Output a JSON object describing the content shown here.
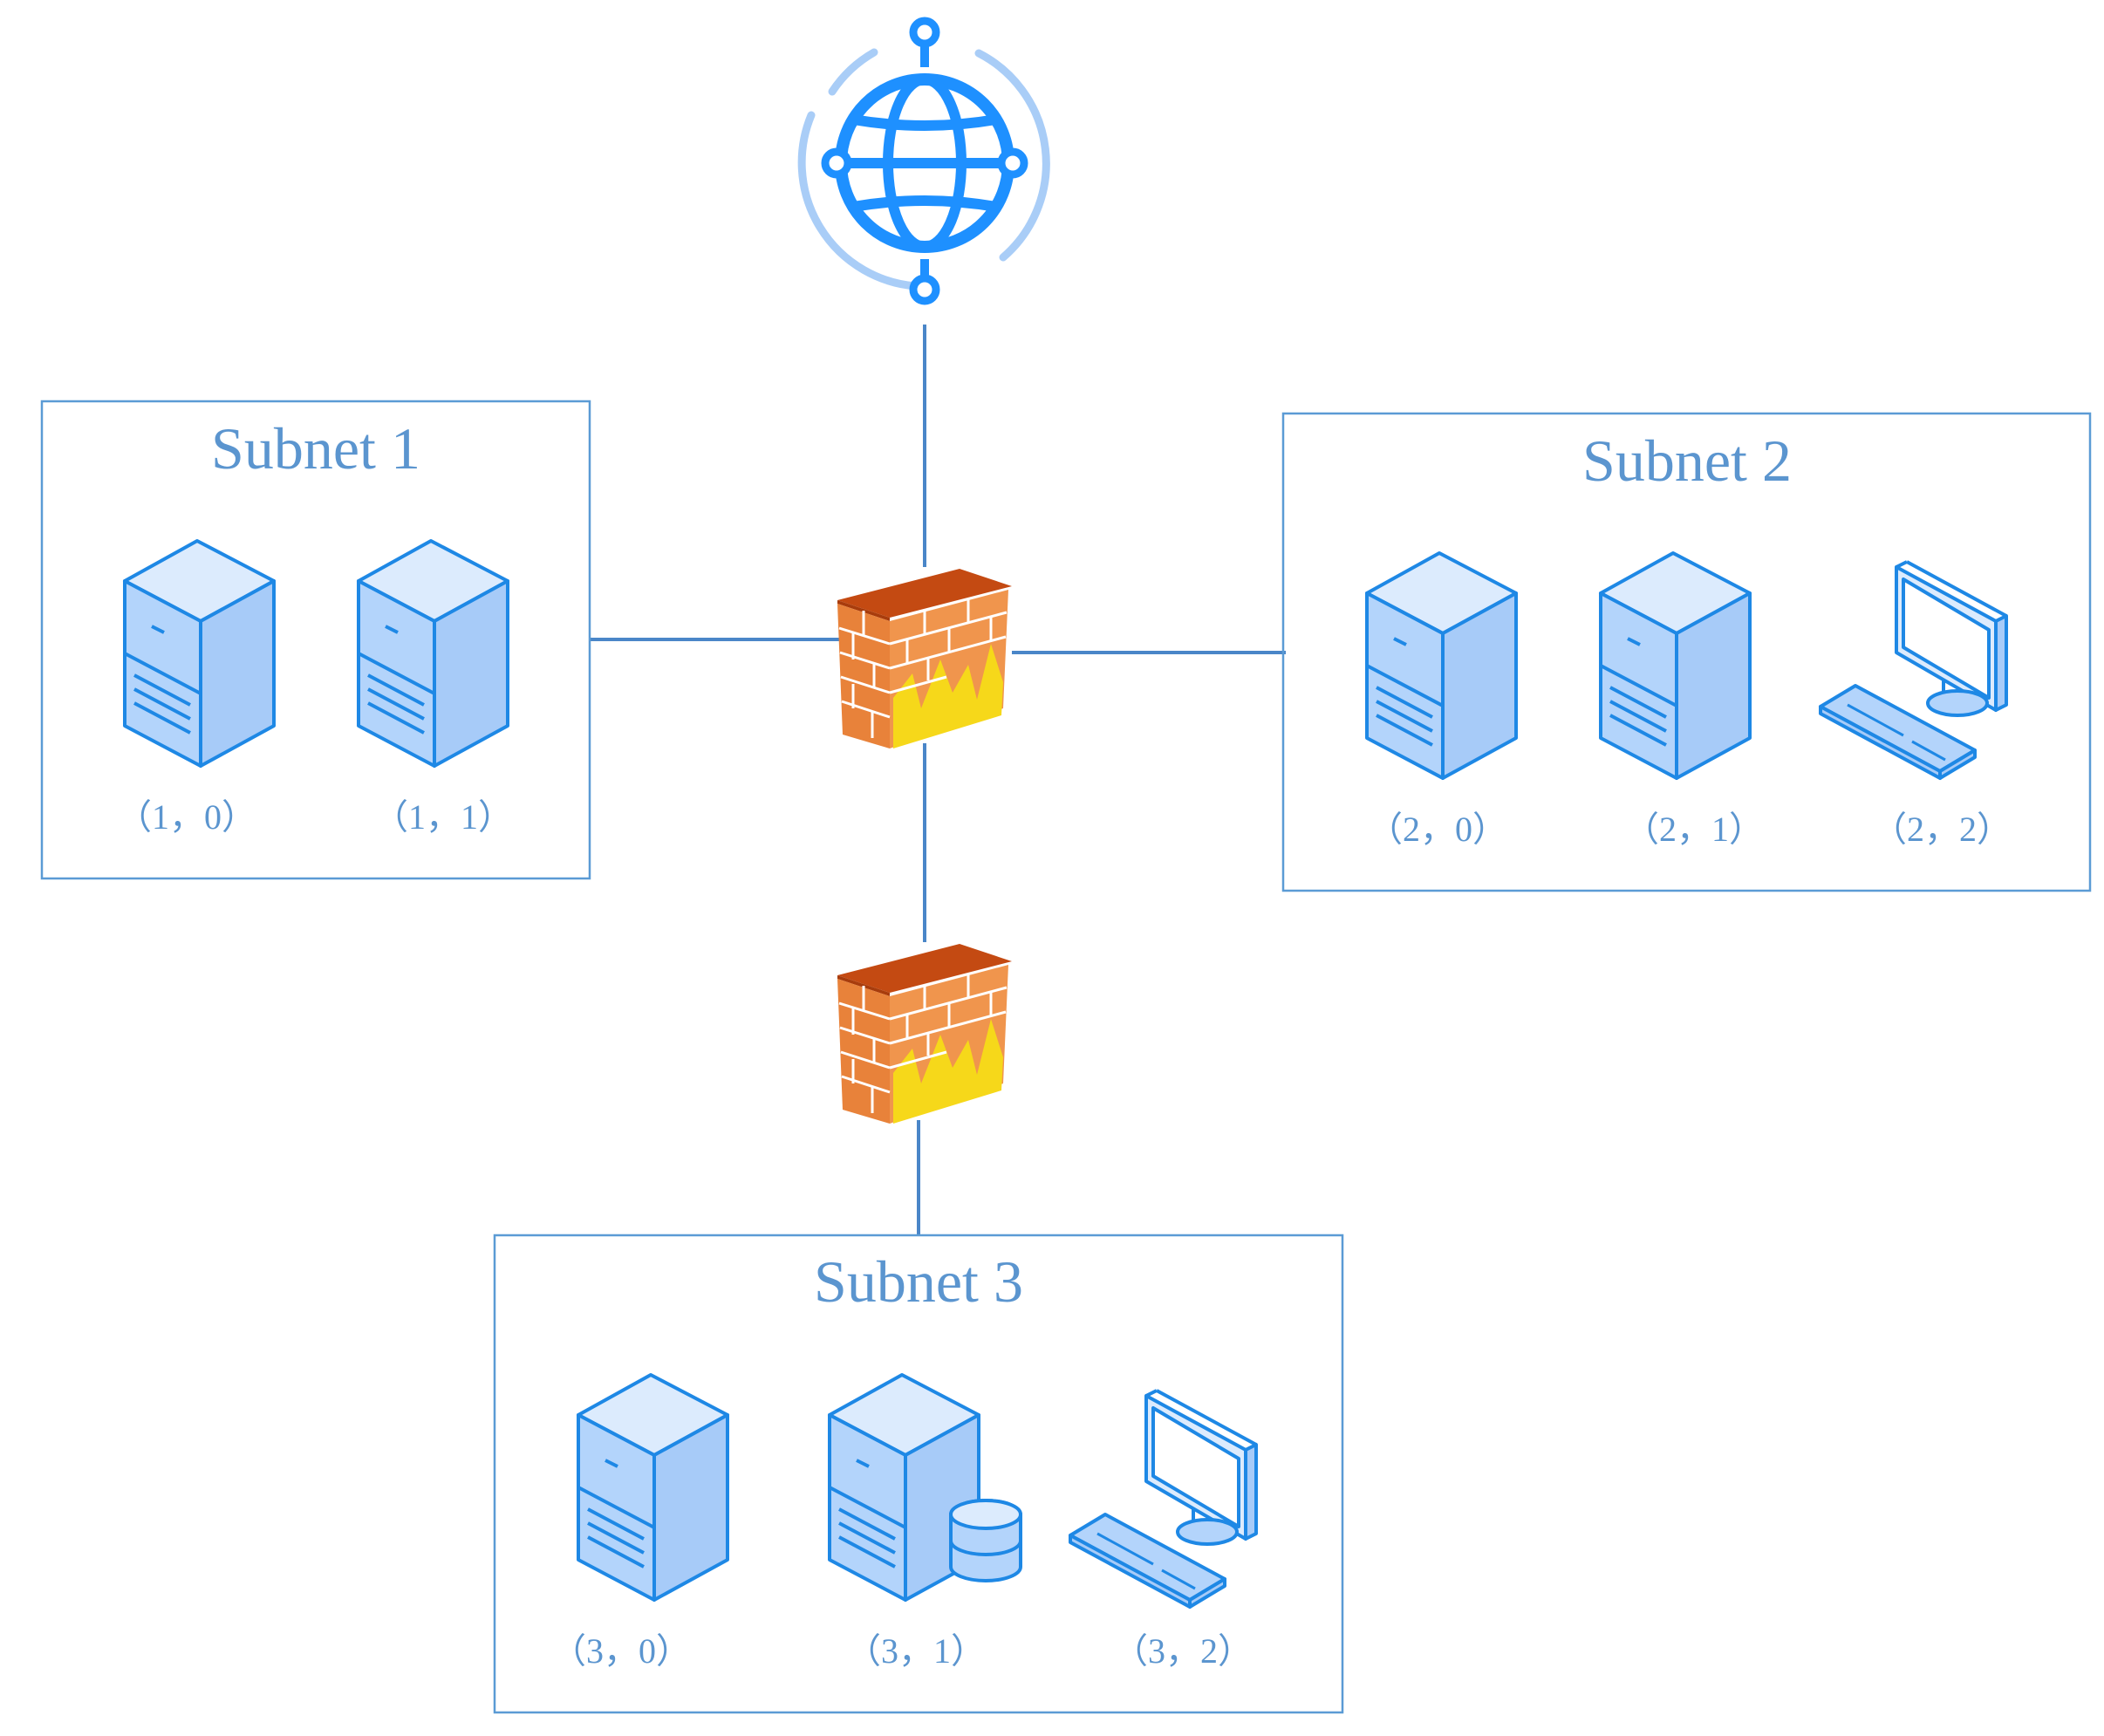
{
  "subnets": [
    {
      "title": "Subnet 1",
      "hosts": [
        {
          "type": "server",
          "label": "（1，0）"
        },
        {
          "type": "server",
          "label": "（1，1）"
        }
      ]
    },
    {
      "title": "Subnet 2",
      "hosts": [
        {
          "type": "server",
          "label": "（2，0）"
        },
        {
          "type": "server",
          "label": "（2，1）"
        },
        {
          "type": "workstation",
          "label": "（2，2）"
        }
      ]
    },
    {
      "title": "Subnet 3",
      "hosts": [
        {
          "type": "server",
          "label": "（3，0）"
        },
        {
          "type": "database-server",
          "label": "（3，1）"
        },
        {
          "type": "workstation",
          "label": "（3，2）"
        }
      ]
    }
  ],
  "nodes": {
    "internet": "globe-icon",
    "firewalls": [
      "firewall-icon",
      "firewall-icon"
    ]
  },
  "colors": {
    "line": "#4a86c8",
    "box_border": "#5b9bd5",
    "text": "#5b95cf",
    "device_stroke": "#1e88e5",
    "device_fill": "#b3d4fb",
    "globe": "#1e90ff",
    "globe_ring": "#a9cdf7",
    "brick": "#e8823a",
    "brick_cap": "#c44a12",
    "flame": "#f6d81a"
  }
}
